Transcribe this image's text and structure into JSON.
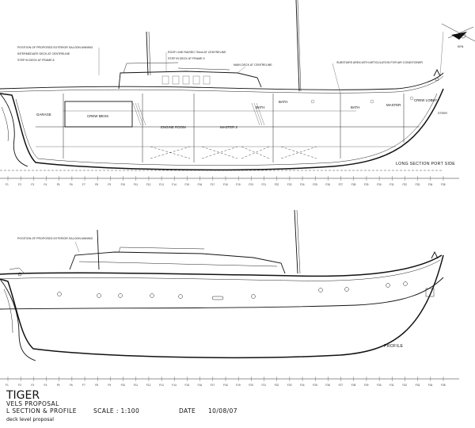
{
  "vessel_name": "TIGER",
  "title_block": {
    "line1": "VELS PROPOSAL",
    "line2": "L SECTION & PROFILE",
    "scale_label": "SCALE : 1:100",
    "date_label": "DATE",
    "date_value": "10/08/07",
    "note": "deck level proposal"
  },
  "views": {
    "section_title": "LONG SECTION PORT SIDE",
    "profile_title": "PROFILE"
  },
  "compass_label": "KEN",
  "section_notes": [
    "POSITION OF PROPOSED EXTERIOR SALOON AWNING",
    "INTERMEDIATE DECK AT CENTRELINE",
    "STEP IN DECK AT FRAME 8",
    "ROOF LINE RAISED 75mm AT CENTRELINE",
    "STEP IN DECK AT FRAME 5",
    "MAIN DECK AT CENTRELINE",
    "SUBSTAIRS AREA WITH ARTICULATION FOR AIR CONDITIONER"
  ],
  "profile_notes": [
    "POSITION OF PROPOSED EXTERIOR SALOON AWNING"
  ],
  "rooms": {
    "garage": "GARAGE",
    "crew_mess": "CREW MESS",
    "engine_room": "ENGINE ROOM",
    "master2": "MASTER 2",
    "bath1": "BATH",
    "bath2": "BATH",
    "bath3": "BATH",
    "master": "MASTER",
    "crew_lobby": "CREW LOBBY",
    "steer": "STEER"
  },
  "frames_section": [
    "F1",
    "F2",
    "F3",
    "F4",
    "F5",
    "F6",
    "F7",
    "F8",
    "F9",
    "F10",
    "F11",
    "F12",
    "F13",
    "F14",
    "F15",
    "F16",
    "F17",
    "F18",
    "F19",
    "F20",
    "F21",
    "F22",
    "F23",
    "F24",
    "F25",
    "F26",
    "F27",
    "F28",
    "F29",
    "F30",
    "F31",
    "F32",
    "F33",
    "F34",
    "F35"
  ],
  "frames_profile": [
    "F1",
    "F2",
    "F3",
    "F4",
    "F5",
    "F6",
    "F7",
    "F8",
    "F9",
    "F10",
    "F11",
    "F12",
    "F13",
    "F14",
    "F15",
    "F16",
    "F17",
    "F18",
    "F19",
    "F20",
    "F21",
    "F22",
    "F23",
    "F24",
    "F25",
    "F26",
    "F27",
    "F28",
    "F29",
    "F30",
    "F31",
    "F32",
    "F33",
    "F34",
    "F35"
  ]
}
